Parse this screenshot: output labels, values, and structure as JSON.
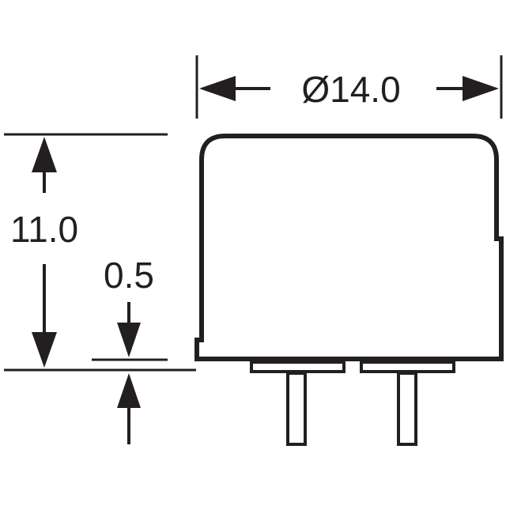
{
  "dimensions": {
    "diameter_label": "Ø14.0",
    "height_label": "11.0",
    "standoff_label": "0.5"
  },
  "colors": {
    "line": "#231f20",
    "background": "#ffffff"
  }
}
